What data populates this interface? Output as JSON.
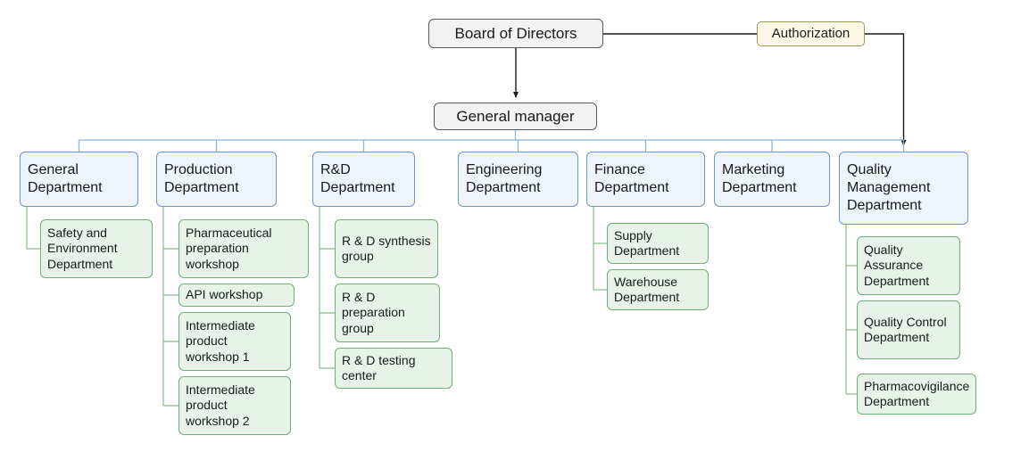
{
  "org_chart": {
    "top": {
      "board": "Board of Directors",
      "authorization": "Authorization",
      "general_manager": "General manager"
    },
    "colors": {
      "dept_border": "#6f94cd",
      "dept_fill": "#eef4fb",
      "sub_border": "#6fae76",
      "sub_fill": "#e7f3e9",
      "top_fill": "#f2f2f2",
      "authorization_fill": "#fbf9e6",
      "line_black": "#1a1a1a",
      "line_blue": "#8fb4dd",
      "line_green": "#85bb8a"
    },
    "departments": [
      {
        "label": "General Department",
        "children": [
          "Safety and Environment Department"
        ]
      },
      {
        "label": "Production Department",
        "children": [
          "Pharmaceutical preparation workshop",
          "API workshop",
          "Intermediate product workshop 1",
          "Intermediate product workshop 2"
        ]
      },
      {
        "label": "R&D Department",
        "children": [
          "R & D synthesis group",
          "R & D preparation group",
          "R & D testing center"
        ]
      },
      {
        "label": "Engineering Department",
        "children": []
      },
      {
        "label": "Finance Department",
        "children": [
          "Supply Department",
          "Warehouse Department"
        ]
      },
      {
        "label": "Marketing Department",
        "children": []
      },
      {
        "label": "Quality Management Department",
        "children": [
          "Quality Assurance Department",
          "Quality Control Department",
          "Pharmacovigilance Department"
        ]
      }
    ]
  }
}
